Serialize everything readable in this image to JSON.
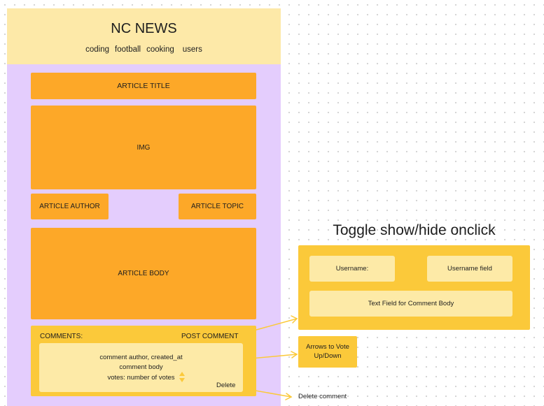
{
  "header": {
    "title": "NC NEWS",
    "nav": [
      "coding",
      "football",
      "cooking",
      "users"
    ]
  },
  "article": {
    "title_label": "ARTICLE TITLE",
    "img_label": "IMG",
    "author_label": "ARTICLE AUTHOR",
    "topic_label": "ARTICLE TOPIC",
    "body_label": "ARTICLE BODY"
  },
  "comments": {
    "label": "COMMENTS:",
    "post_label": "POST COMMENT",
    "comment": {
      "meta": "comment author, created_at",
      "body": "comment body",
      "votes": "votes: number of votes",
      "delete_label": "Delete"
    }
  },
  "toggle_panel": {
    "heading": "Toggle show/hide onclick",
    "username_label": "Username:",
    "username_field": "Username field",
    "comment_body_field": "Text Field for Comment Body"
  },
  "annotations": {
    "vote_arrows": "Arrows to Vote Up/Down",
    "delete_comment": "Delete comment"
  },
  "colors": {
    "header_bg": "#fde9a8",
    "page_bg": "#e4cdfd",
    "orange": "#fda828",
    "yellow": "#fbc93a",
    "light_yellow": "#fdeaa7"
  }
}
